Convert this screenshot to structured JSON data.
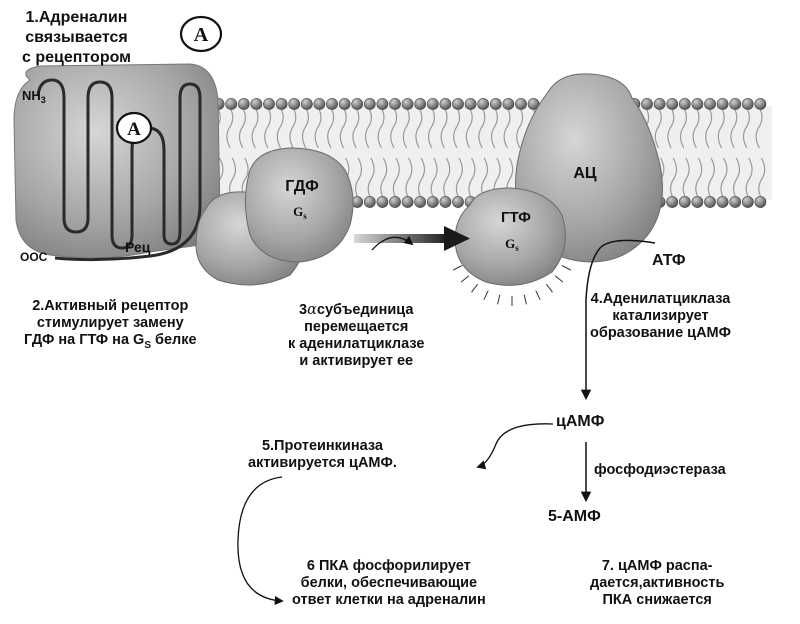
{
  "step1": {
    "text": "1.Адреналин\nсвязывается\nс рецептором"
  },
  "adrenaline_symbol": "A",
  "receptor": {
    "n_term": "NH",
    "n_term_sub": "3",
    "c_term": "OOC",
    "label": "Рец"
  },
  "gs_inactive": {
    "nucleotide": "ГДФ",
    "name": "G",
    "name_sub": "s"
  },
  "gs_active": {
    "nucleotide": "ГТФ",
    "name": "G",
    "name_sub": "s"
  },
  "adenylate_cyclase": {
    "label": "АЦ"
  },
  "atp": "АТФ",
  "step2": {
    "text": "2.Активный рецептор\nстимулирует замену\nГДФ на ГТФ на G",
    "sub": "S",
    "tail": " белке"
  },
  "step3": {
    "prefix": "3",
    "alpha": "α",
    "text_line1": "субъединица",
    "text_rest": "перемещается\nк аденилатциклазе\nи активирует ее"
  },
  "step4": {
    "text": "4.Аденилатциклаза\nкатализирует\nобразование цАМФ"
  },
  "camp": "цАМФ",
  "step5": {
    "text": "5.Протеинкиназа\nактивируется цАМФ."
  },
  "pde": "фосфодиэстераза",
  "amp": "5-АМФ",
  "step6": {
    "text": "6 ПКА фосфорилирует\nбелки, обеспечивающие\nответ клетки на адреналин"
  },
  "step7": {
    "text": "7. цАМФ распа-\nдается,активность\nПКА снижается"
  }
}
